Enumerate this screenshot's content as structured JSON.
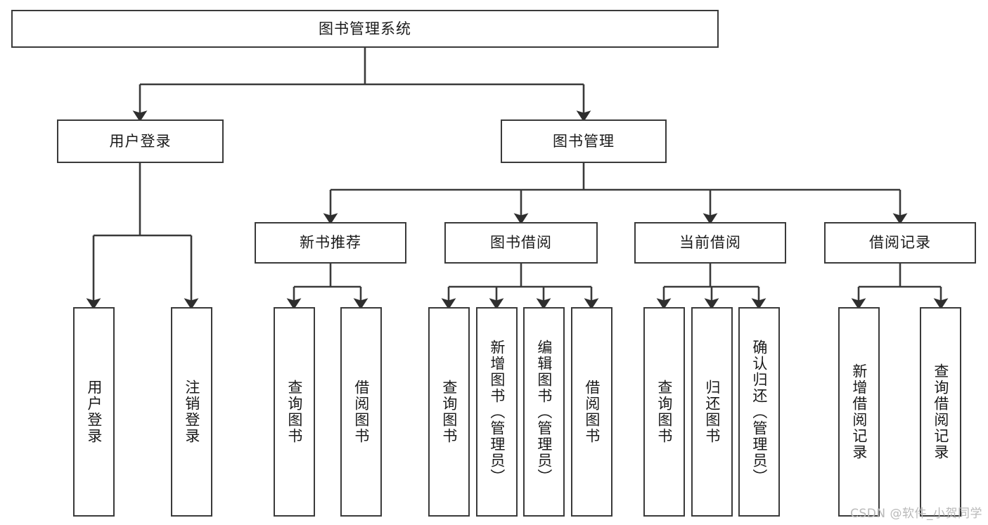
{
  "diagram": {
    "title": "图书管理系统",
    "type": "tree-hierarchy",
    "root": {
      "id": "root",
      "label": "图书管理系统"
    },
    "level2": [
      {
        "id": "user-login",
        "label": "用户登录"
      },
      {
        "id": "book-manage",
        "label": "图书管理"
      }
    ],
    "level3": [
      {
        "id": "new-book-recommend",
        "label": "新书推荐",
        "parent": "book-manage"
      },
      {
        "id": "book-borrow",
        "label": "图书借阅",
        "parent": "book-manage"
      },
      {
        "id": "current-borrow",
        "label": "当前借阅",
        "parent": "book-manage"
      },
      {
        "id": "borrow-record",
        "label": "借阅记录",
        "parent": "book-manage"
      }
    ],
    "leaves": [
      {
        "id": "leaf-user-login",
        "label": "用户登录",
        "parent": "user-login"
      },
      {
        "id": "leaf-logout",
        "label": "注销登录",
        "parent": "user-login"
      },
      {
        "id": "leaf-query-book-1",
        "label": "查询图书",
        "parent": "new-book-recommend"
      },
      {
        "id": "leaf-borrow-book-1",
        "label": "借阅图书",
        "parent": "new-book-recommend"
      },
      {
        "id": "leaf-query-book-2",
        "label": "查询图书",
        "parent": "book-borrow"
      },
      {
        "id": "leaf-add-book",
        "label": "新增图书（管理员）",
        "parent": "book-borrow"
      },
      {
        "id": "leaf-edit-book",
        "label": "编辑图书（管理员）",
        "parent": "book-borrow"
      },
      {
        "id": "leaf-borrow-book-2",
        "label": "借阅图书",
        "parent": "book-borrow"
      },
      {
        "id": "leaf-query-book-3",
        "label": "查询图书",
        "parent": "current-borrow"
      },
      {
        "id": "leaf-return-book",
        "label": "归还图书",
        "parent": "current-borrow"
      },
      {
        "id": "leaf-confirm-return",
        "label": "确认归还（管理员）",
        "parent": "current-borrow"
      },
      {
        "id": "leaf-add-record",
        "label": "新增借阅记录",
        "parent": "borrow-record"
      },
      {
        "id": "leaf-query-record",
        "label": "查询借阅记录",
        "parent": "borrow-record"
      }
    ]
  },
  "watermark": {
    "text": "CSDN @软件_小贺同学"
  },
  "colors": {
    "stroke": "#3a3a3a",
    "fill": "#ffffff",
    "text": "#1a1a1a",
    "watermark": "#b9b9b9"
  }
}
